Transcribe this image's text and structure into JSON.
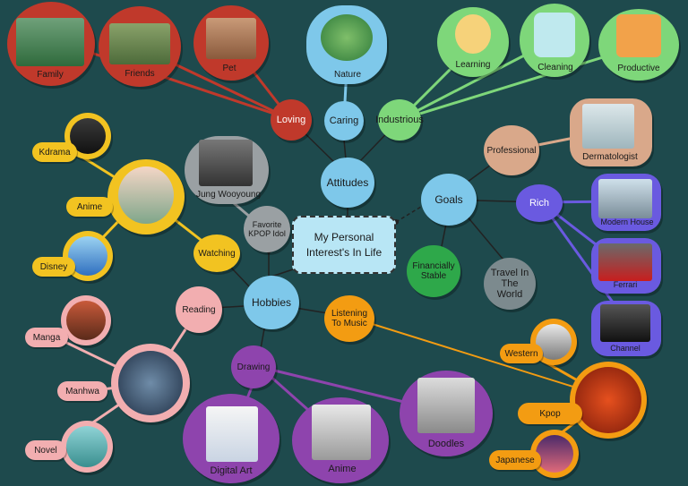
{
  "central": "My Personal\nInterest's In Life",
  "attitudes": {
    "label": "Attitudes",
    "loving": "Loving",
    "caring": "Caring",
    "industrious": "Industrious",
    "family": "Family",
    "friends": "Friends",
    "pet": "Pet",
    "nature": "Nature",
    "learning": "Learning",
    "cleaning": "Cleaning",
    "productive": "Productive"
  },
  "goals": {
    "label": "Goals",
    "professional": "Professional",
    "dermatologist": "Dermatologist",
    "rich": "Rich",
    "modern_house": "Modern House",
    "ferrari": "Ferrari",
    "channel": "Channel",
    "financially_stable": "Financially Stable",
    "travel": "Travel In The World"
  },
  "hobbies": {
    "label": "Hobbies",
    "favorite_idol": "Favorite KPOP Idol",
    "jung_wooyoung": "Jung Wooyoung",
    "watching": "Watching",
    "kdrama": "Kdrama",
    "anime_watch": "Anime",
    "disney": "Disney",
    "reading": "Reading",
    "manga": "Manga",
    "manhwa": "Manhwa",
    "novel": "Novel",
    "drawing": "Drawing",
    "digital_art": "Digital Art",
    "anime_draw": "Anime",
    "doodles": "Doodles",
    "listening": "Listening To Music",
    "western": "Western",
    "kpop": "Kpop",
    "japanese": "Japanese"
  },
  "colors": {
    "background": "#1e4a4d",
    "red": "#c0392b",
    "blue": "#7ec8ea",
    "green": "#7ed77a",
    "purple": "#6a5ae0",
    "yellow": "#f2c321",
    "pink": "#f2aeb0",
    "violet": "#8e44ad",
    "orange": "#f39c12",
    "tan": "#d9a88a",
    "gray": "#9aa0a3"
  }
}
